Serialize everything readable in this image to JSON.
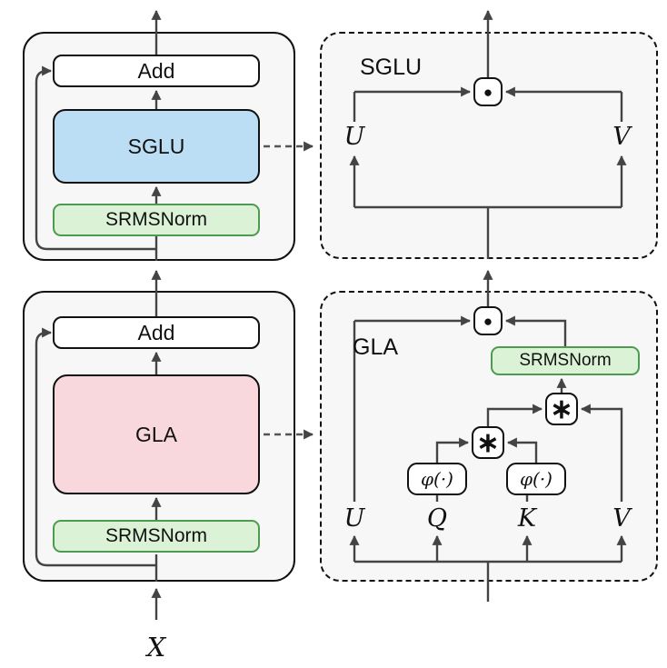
{
  "figure": {
    "input_label": "X",
    "left_column": {
      "top_block": {
        "add_label": "Add",
        "mid_label": "SGLU",
        "norm_label": "SRMSNorm"
      },
      "bottom_block": {
        "add_label": "Add",
        "mid_label": "GLA",
        "norm_label": "SRMSNorm"
      }
    },
    "sglu_detail": {
      "title": "SGLU",
      "dot_operator": "●",
      "input_left": "U",
      "input_right": "V"
    },
    "gla_detail": {
      "title": "GLA",
      "dot_operator": "●",
      "norm_label": "SRMSNorm",
      "mul_operator": "∗",
      "phi_left": "φ(·)",
      "phi_right": "φ(·)",
      "input_u": "U",
      "input_q": "Q",
      "input_k": "K",
      "input_v": "V"
    },
    "colors": {
      "sglu_fill": "#bcdef5",
      "gla_fill": "#f8d8dc",
      "norm_fill": "#dcf2d6",
      "norm_border": "#4d9a50",
      "panel_fill": "#f7f7f7",
      "line": "#444444"
    }
  }
}
